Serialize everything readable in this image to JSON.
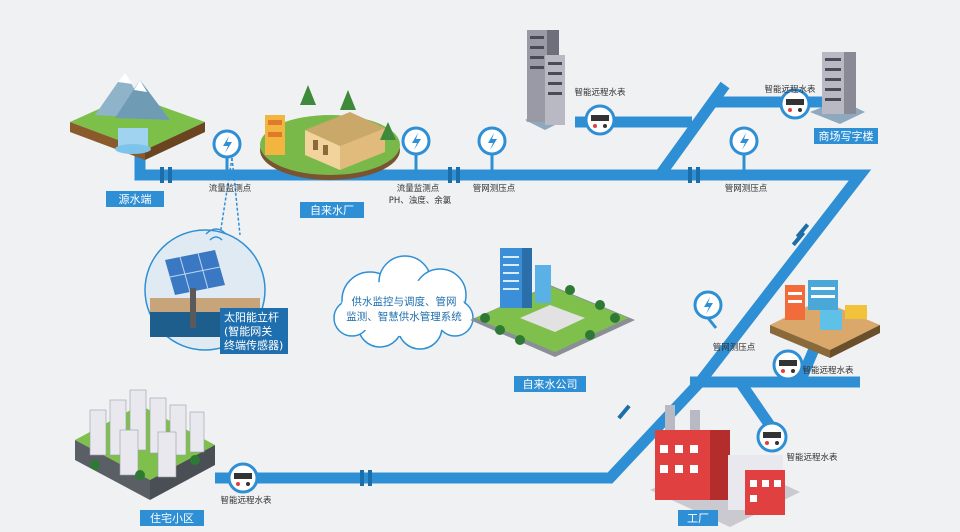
{
  "labels": {
    "source": "源水端",
    "plant": "自来水厂",
    "company": "自来水公司",
    "office": "商场写字楼",
    "residential": "住宅小区",
    "factory": "工厂",
    "solar_line1": "太阳能立杆",
    "solar_line2": "(智能网关",
    "solar_line3": "终端传感器)"
  },
  "captions": {
    "flow_point_1": "流量监测点",
    "flow_point_2": "流量监测点",
    "quality_params": "PH、浊度、余氯",
    "pressure_1": "管网测压点",
    "pressure_2": "管网测压点",
    "pressure_3": "管网测压点",
    "meter_office_left": "智能远程水表",
    "meter_office_right": "智能远程水表",
    "meter_factory_top": "智能远程水表",
    "meter_factory_bottom": "智能远程水表",
    "meter_residential": "智能远程水表"
  },
  "cloud": {
    "line1": "供水监控与调度、管网",
    "line2": "监测、智慧供水管理系统"
  },
  "colors": {
    "pipe": "#2f8fd4",
    "label_bg": "#2f8fd4",
    "background": "#f0f1f3",
    "factory_red": "#e04040"
  }
}
